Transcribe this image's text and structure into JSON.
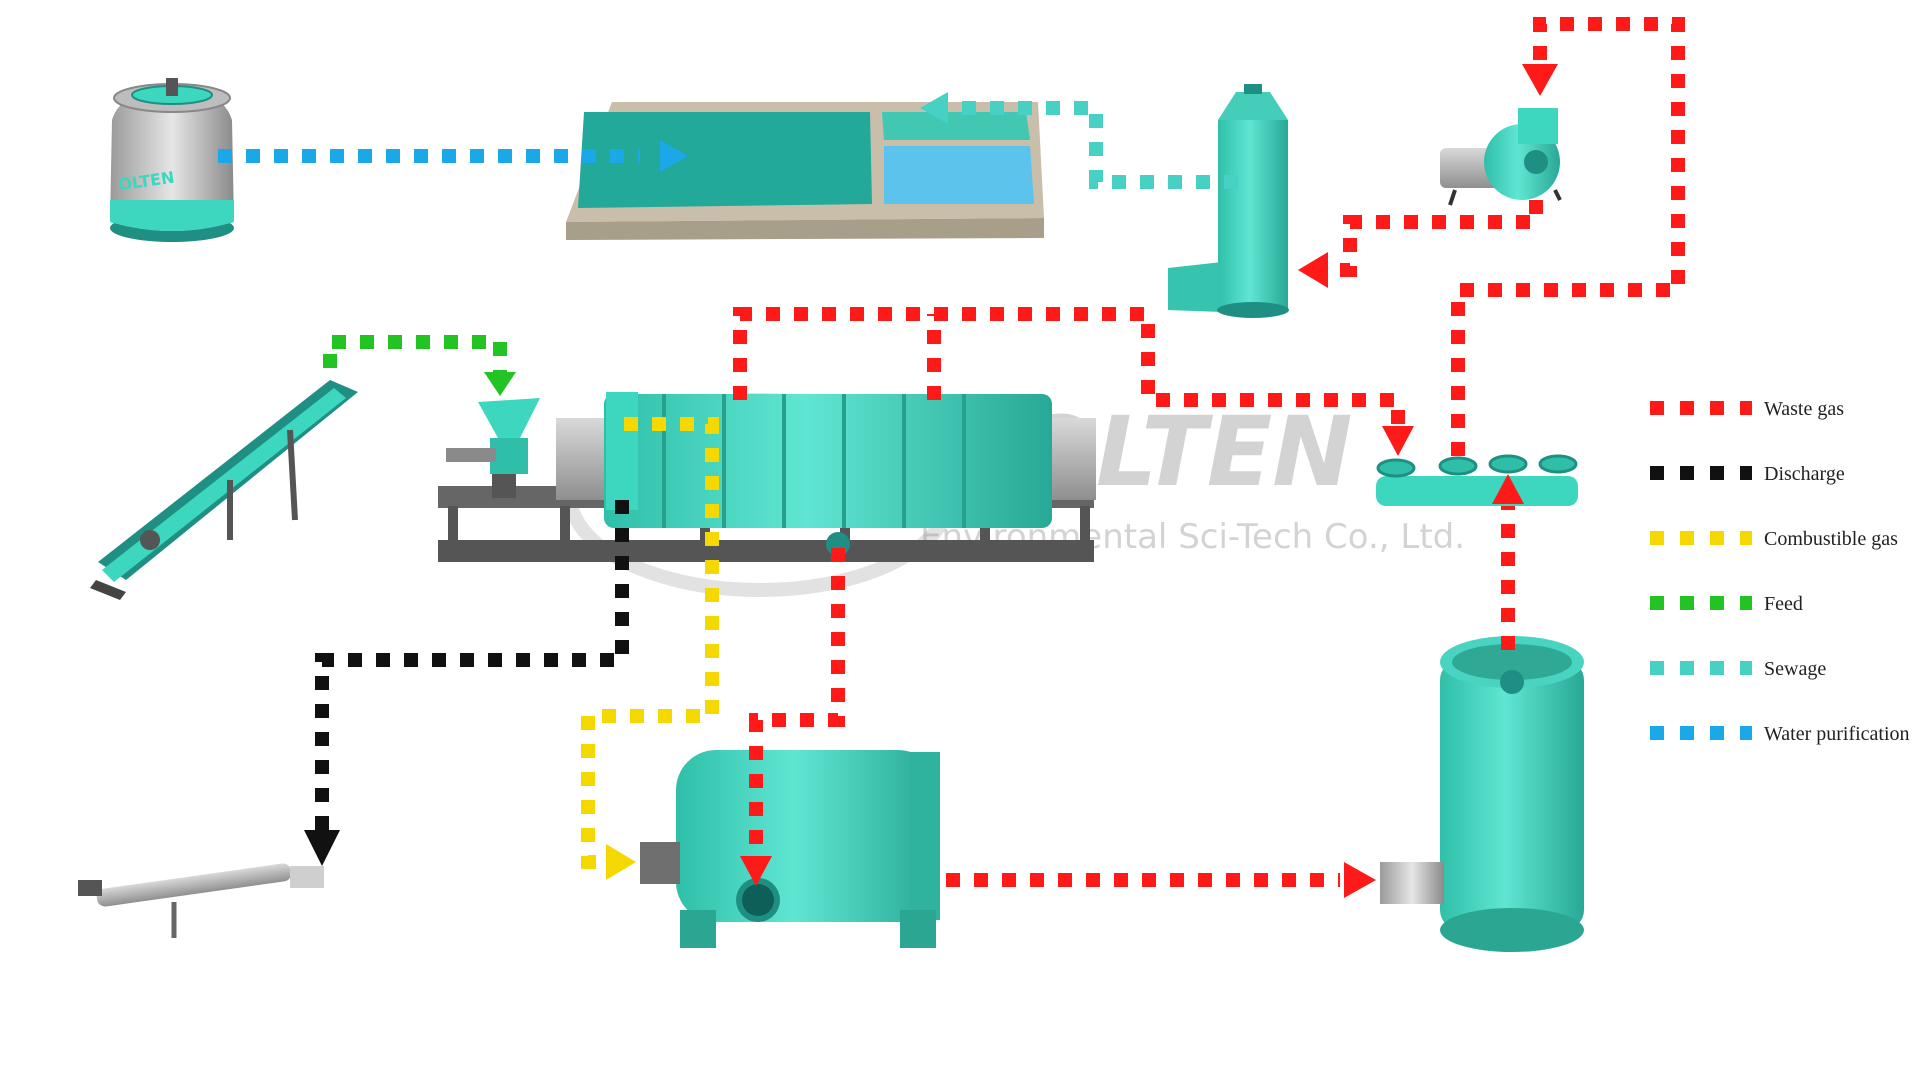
{
  "colors": {
    "waste_gas": "#ff1a1a",
    "discharge": "#111111",
    "combustible_gas": "#f5d800",
    "feed": "#22c322",
    "sewage": "#47d1c4",
    "water_purification": "#1aa8e8",
    "equipment_teal": "#3dd6bf",
    "equipment_dark": "#1f8f83"
  },
  "legend": [
    {
      "key": "waste_gas",
      "label": "Waste gas",
      "color": "#ff1a1a"
    },
    {
      "key": "discharge",
      "label": "Discharge",
      "color": "#111111"
    },
    {
      "key": "combustible_gas",
      "label": "Combustible gas",
      "color": "#f5d800"
    },
    {
      "key": "feed",
      "label": "Feed",
      "color": "#22c322"
    },
    {
      "key": "sewage",
      "label": "Sewage",
      "color": "#47d1c4"
    },
    {
      "key": "water_purification",
      "label": "Water purification",
      "color": "#1aa8e8"
    }
  ],
  "watermark": {
    "line1": "HENAN OLTEN",
    "line2": "Environmental Sci-Tech Co., Ltd.",
    "tower_label": "OLTEN"
  }
}
